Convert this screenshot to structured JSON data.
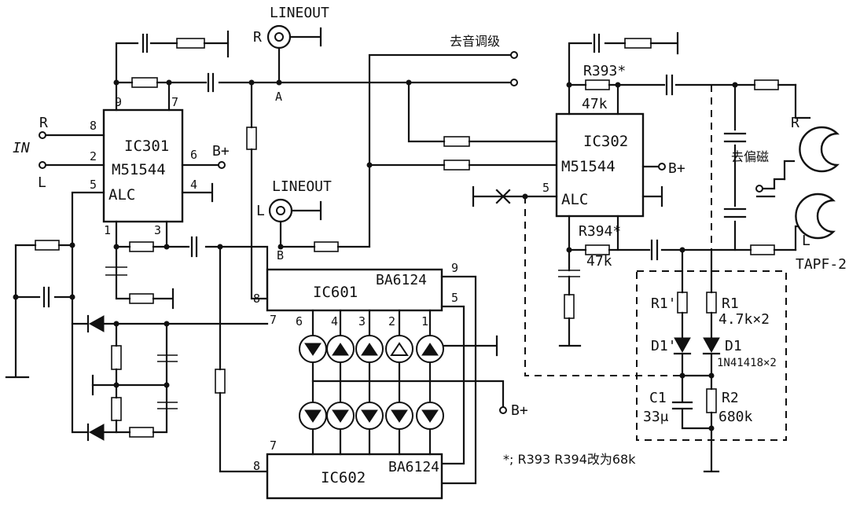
{
  "labels": {
    "lineout_top": "LINEOUT",
    "lineout_mid": "LINEOUT",
    "r_top": "R",
    "l_mid": "L",
    "node_a": "A",
    "node_b": "B",
    "in_r": "R",
    "in_label": "IN",
    "in_l": "L",
    "to_fx": "去音调级",
    "to_demag": "去偏磁",
    "head_r": "R",
    "head_l": "L",
    "tapf": "TAPF-2",
    "bplus_301": "B+",
    "bplus_302": "B+",
    "bplus_led": "B+",
    "note": "*; R393 R394改为68k"
  },
  "ic301": {
    "name": "IC301",
    "part": "M51544",
    "alc": "ALC",
    "pins": [
      "9",
      "7",
      "8",
      "2",
      "5",
      "6",
      "4",
      "1",
      "3"
    ]
  },
  "ic302": {
    "name": "IC302",
    "part": "M51544",
    "alc": "ALC",
    "pins": [
      "5"
    ]
  },
  "ic601": {
    "name": "IC601",
    "part": "BA6124",
    "pins": [
      "9",
      "5",
      "8",
      "7"
    ]
  },
  "ic602": {
    "name": "IC602",
    "part": "BA6124",
    "pins": [
      "7",
      "8"
    ]
  },
  "led_numbers": [
    "6",
    "4",
    "3",
    "2",
    "1"
  ],
  "components": {
    "r393": "R393*",
    "r393_val": "47k",
    "r394": "R394*",
    "r394_val": "47k",
    "r1p": "R1'",
    "r1": "R1",
    "r1_val": "4.7k×2",
    "d1p": "D1'",
    "d1": "D1",
    "d1_val": "1N41418×2",
    "c1": "C1",
    "c1_val": "33μ",
    "r2": "R2",
    "r2_val": "680k"
  }
}
